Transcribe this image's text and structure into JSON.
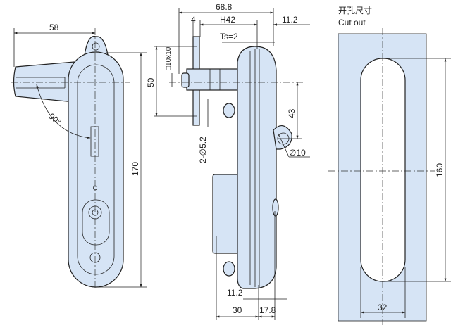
{
  "front_view": {
    "dim_width": "58",
    "dim_height": "170",
    "dim_angle": "90°"
  },
  "side_view": {
    "dim_total_depth": "68.8",
    "dim_plate": "4",
    "dim_h": "H42",
    "dim_top_offset": "11.2",
    "dim_ts": "Ts=2",
    "dim_hole_spacing": "50",
    "dim_square": "□10x10",
    "dim_holes": "2-∅5.2",
    "dim_eye_offset": "43",
    "dim_eye_dia": "∅10",
    "dim_bottom_offset": "11.2",
    "dim_bottom_30": "30",
    "dim_bottom_17": "17.8"
  },
  "cutout_view": {
    "title_cn": "开孔尺寸",
    "title_en": "Cut out",
    "dim_height": "160",
    "dim_width": "32"
  },
  "colors": {
    "part_fill": "#d6e4f5",
    "line": "#222222"
  }
}
